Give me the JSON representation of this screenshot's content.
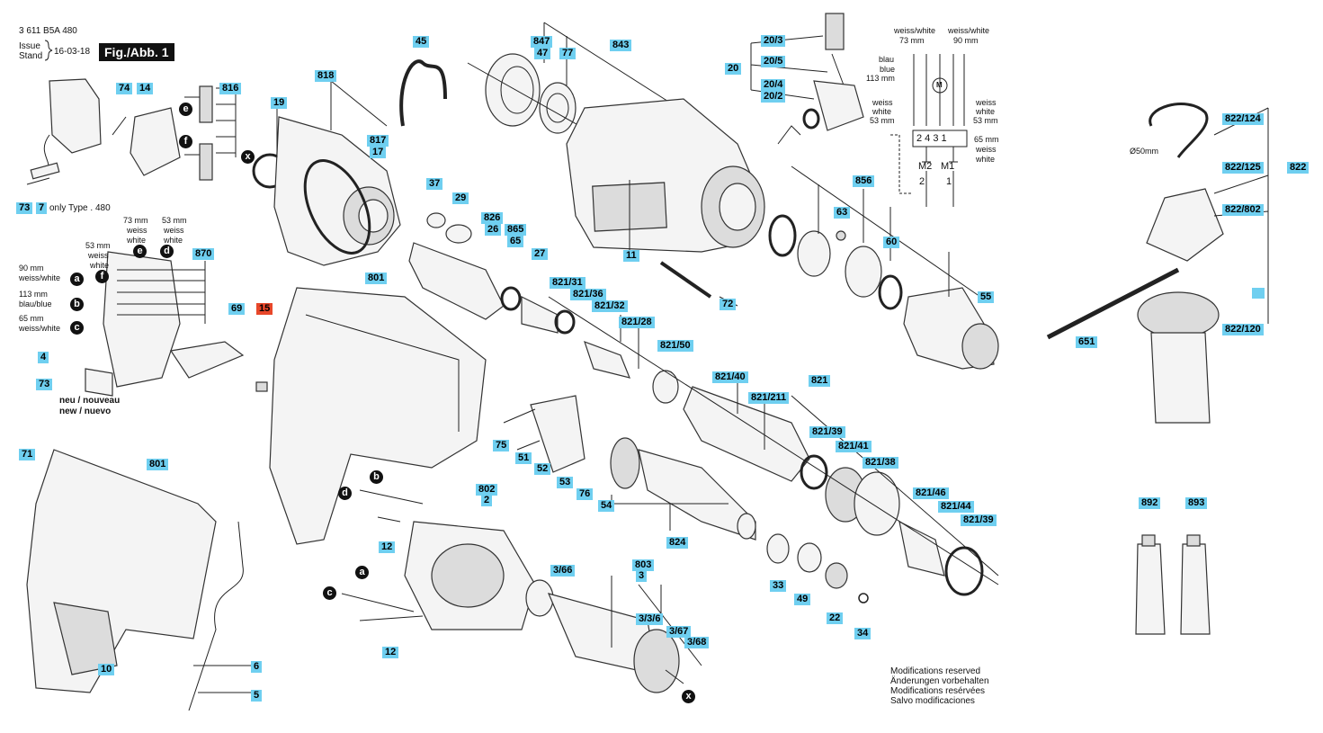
{
  "header": {
    "line1": "3 611 B5A 480",
    "issue": "Issue",
    "stand": "Stand",
    "date": "16-03-18",
    "figure": "Fig./Abb. 1"
  },
  "labels": {
    "l45": "45",
    "l847": "847",
    "l47": "47",
    "l77": "77",
    "l843": "843",
    "l818": "818",
    "l19": "19",
    "l817": "817",
    "l17": "17",
    "l74": "74",
    "l14": "14",
    "l816": "816",
    "l73a": "73",
    "l7": "7",
    "only_type": "only Type . 480",
    "l870": "870",
    "l69": "69",
    "l15": "15",
    "l4": "4",
    "l73b": "73",
    "l801a": "801",
    "l37": "37",
    "l29": "29",
    "l826": "826",
    "l26": "26",
    "l865": "865",
    "l65": "65",
    "l27": "27",
    "l11": "11",
    "l72": "72",
    "l856": "856",
    "l63": "63",
    "l60": "60",
    "l55": "55",
    "l821_31": "821/31",
    "l821_36": "821/36",
    "l821_32": "821/32",
    "l821_28": "821/28",
    "l821_50": "821/50",
    "l821_40": "821/40",
    "l821_211": "821/211",
    "l821": "821",
    "l821_39a": "821/39",
    "l821_41": "821/41",
    "l821_38": "821/38",
    "l821_46": "821/46",
    "l821_44": "821/44",
    "l821_39b": "821/39",
    "l75": "75",
    "l51": "51",
    "l52": "52",
    "l53": "53",
    "l76": "76",
    "l54": "54",
    "l824": "824",
    "l33": "33",
    "l49": "49",
    "l22": "22",
    "l34": "34",
    "l71": "71",
    "l801b": "801",
    "l802": "802",
    "l2": "2",
    "l12a": "12",
    "l12b": "12",
    "l3_66": "3/66",
    "l803": "803",
    "l3": "3",
    "l3_3_6": "3/3/6",
    "l3_67": "3/67",
    "l3_68": "3/68",
    "l10": "10",
    "l6": "6",
    "l5": "5",
    "l20": "20",
    "l20_3": "20/3",
    "l20_5": "20/5",
    "l20_4": "20/4",
    "l20_2": "20/2",
    "l822_124": "822/124",
    "l822": "822",
    "l822_125": "822/125",
    "l822_802": "822/802",
    "l651": "651",
    "l822_120": "822/120",
    "l892": "892",
    "l893": "893"
  },
  "callouts": {
    "e": "e",
    "f": "f",
    "a": "a",
    "b": "b",
    "c": "c",
    "d": "d",
    "x": "x"
  },
  "wire_notes": {
    "w73": "73 mm",
    "weiss73": "weiss",
    "white73": "white",
    "w53": "53 mm",
    "weiss53": "weiss",
    "white53": "white",
    "w53b": "53 mm",
    "weiss53b": "weiss",
    "white53b": "white",
    "w90": "90 mm",
    "ww90": "weiss/white",
    "w113": "113 mm",
    "bb113": "blau/blue",
    "w65": "65 mm",
    "ww65": "weiss/white",
    "neu": "neu / nouveau",
    "new": "new / nuevo"
  },
  "schematic": {
    "ww73a": "weiss/white",
    "mm73": "73 mm",
    "ww90a": "weiss/white",
    "mm90": "90 mm",
    "blau": "blau",
    "blue": "blue",
    "mm113": "113 mm",
    "weissL": "weiss",
    "whiteL": "white",
    "mm53L": "53 mm",
    "weissR": "weiss",
    "whiteR": "white",
    "mm53R": "53 mm",
    "terminals": "2 4 3 1",
    "mm65": "65 mm",
    "weiss65": "weiss",
    "white65": "white",
    "m2": "M2",
    "m1": "M1",
    "sw2": "2",
    "sw1": "1",
    "motor": "M",
    "diameter": "Ø50mm"
  },
  "modifications": [
    "Modifications reserved",
    "Änderungen vorbehalten",
    "Modifications resérvées",
    "Salvo modificaciones"
  ],
  "colors": {
    "tag": "#6fcff0",
    "tag_red": "#e8472a",
    "ink": "#111111"
  }
}
